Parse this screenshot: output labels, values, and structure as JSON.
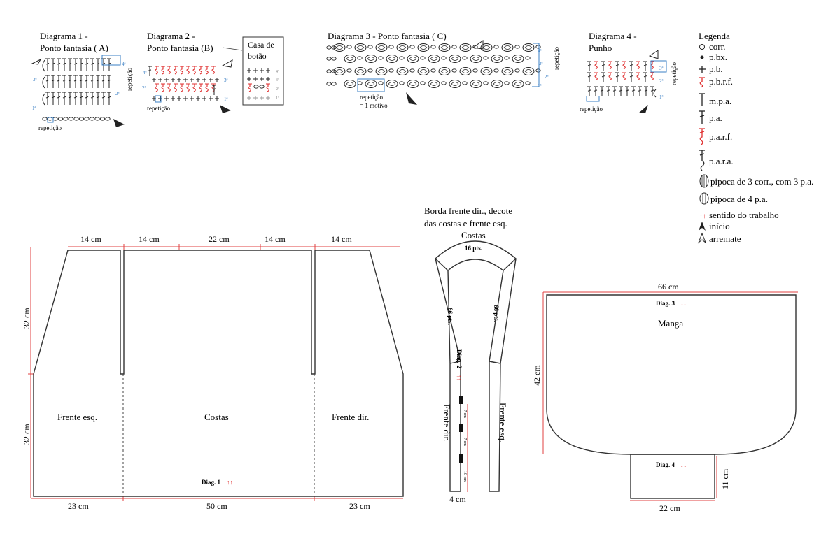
{
  "diagram1": {
    "title_line1": "Diagrama 1 -",
    "title_line2": "Ponto fantasia ( A)",
    "repeat_label": "repetição",
    "side_label": "repetição",
    "rows": [
      "1ª",
      "2ª",
      "3ª",
      "4ª"
    ]
  },
  "diagram2": {
    "title_line1": "Diagrama 2 -",
    "title_line2": "Ponto fantasia (B)",
    "repeat_label": "repetição",
    "rows": [
      "1ª",
      "2ª",
      "3ª",
      "4ª"
    ]
  },
  "buttonhole": {
    "title_line1": "Casa de",
    "title_line2": "botão",
    "rows": [
      "4ª",
      "3ª",
      "2ª",
      "1ª"
    ]
  },
  "diagram3": {
    "title": "Diagrama 3 - Ponto fantasia ( C)",
    "repeat_label": "repetição",
    "motif_label": "= 1 motivo",
    "side_label": "repetição",
    "rows": [
      "1ª",
      "2ª",
      "3ª",
      "4ª"
    ]
  },
  "diagram4": {
    "title_line1": "Diagrama 4 -",
    "title_line2": "Punho",
    "repeat_label": "repetição",
    "side_label": "repetição",
    "rows": [
      "1ª",
      "2ª",
      "3ª"
    ]
  },
  "legend": {
    "title": "Legenda",
    "items": [
      "corr.",
      "p.bx.",
      "p.b.",
      "p.b.r.f.",
      "m.p.a.",
      "p.a.",
      "p.a.r.f.",
      "p.a.r.a.",
      "pipoca de 3 corr., com 3 p.a.",
      "pipoca de 4 p.a.",
      "sentido do trabalho",
      "início",
      "arremate"
    ]
  },
  "body_pattern": {
    "top_widths": [
      "14 cm",
      "14 cm",
      "22 cm",
      "14 cm",
      "14 cm"
    ],
    "bottom_widths": [
      "23 cm",
      "50 cm",
      "23 cm"
    ],
    "heights": [
      "32 cm",
      "32 cm"
    ],
    "panels": [
      "Frente esq.",
      "Costas",
      "Frente dir."
    ],
    "diagram_note": "Diag. 1",
    "arrows": "↑↑"
  },
  "border": {
    "title_line1": "Borda frente dir., decote",
    "title_line2": "das costas e frente esq.",
    "back_label": "Costas",
    "back_stitches": "16 pts.",
    "left_stitches": "66 pts.",
    "right_stitches": "66 pts.",
    "diagram_note": "Diag. 2",
    "arrows": "↑↑",
    "left_label": "Frente dir.",
    "right_label": "Frente esq.",
    "gaps": [
      "7 cm",
      "7 cm",
      "10 cm"
    ],
    "width": "4 cm"
  },
  "sleeve": {
    "width": "66 cm",
    "diagram_note": "Diag. 3",
    "arrows": "↓↓",
    "label": "Manga",
    "height": "42 cm",
    "cuff_note": "Diag. 4",
    "cuff_arrows": "↓↓",
    "cuff_height": "11 cm",
    "cuff_width": "22 cm"
  },
  "colors": {
    "measure": "#e04040",
    "stitch_red": "#e03030",
    "stitch_blue": "#3a7fc4",
    "outline": "#333333"
  }
}
